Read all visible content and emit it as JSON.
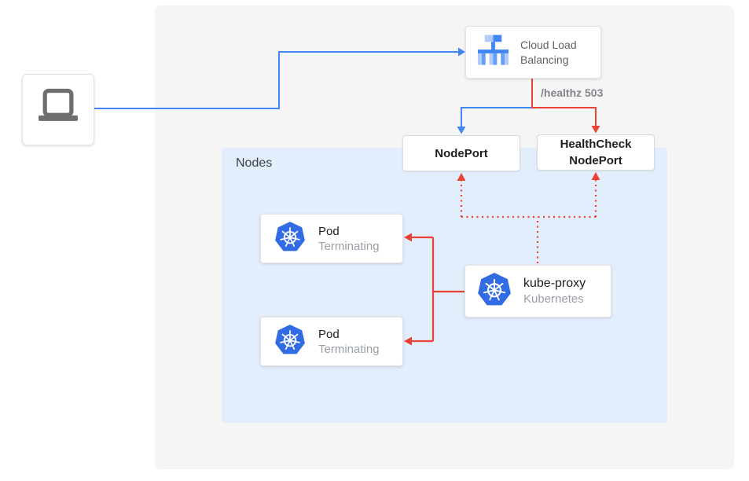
{
  "colors": {
    "blue_line": "#4285f4",
    "red_line": "#ea4335",
    "kubernetes_blue": "#326ce5",
    "lb_icon_light": "#aecbfa",
    "lb_icon_mid": "#669df6",
    "lb_icon_dark": "#4285f4",
    "panel_bg": "#f5f5f6",
    "nodes_bg": "#e2eefb",
    "text_dark": "#202124",
    "text_gray": "#9aa0a6",
    "label_gray": "#80868b",
    "laptop_gray": "#6e6e6e"
  },
  "diagram": {
    "client": {
      "icon": "laptop-icon"
    },
    "load_balancer": {
      "label": "Cloud Load Balancing",
      "icon": "load-balancer-icon"
    },
    "health_route_label": "/healthz 503",
    "nodeport": {
      "label": "NodePort"
    },
    "healthcheck_nodeport": {
      "label": "HealthCheck NodePort"
    },
    "nodes_group": {
      "label": "Nodes"
    },
    "pods": [
      {
        "title": "Pod",
        "status": "Terminating",
        "icon": "kubernetes-icon"
      },
      {
        "title": "Pod",
        "status": "Terminating",
        "icon": "kubernetes-icon"
      }
    ],
    "kube_proxy": {
      "title": "kube-proxy",
      "subtitle": "Kubernetes",
      "icon": "kubernetes-icon"
    }
  }
}
